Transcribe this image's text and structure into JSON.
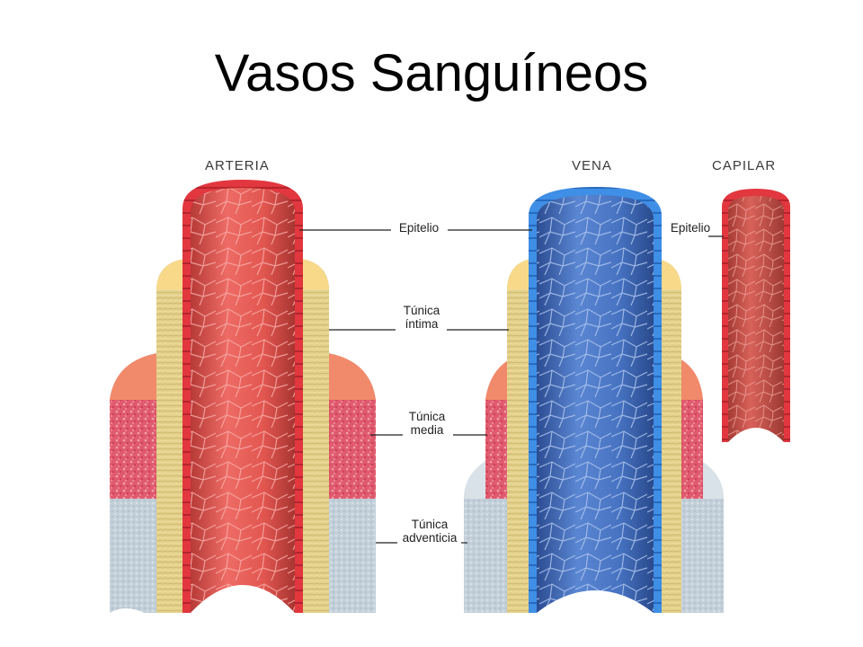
{
  "title": "Vasos Sanguíneos",
  "vessels": {
    "arteria": "ARTERIA",
    "vena": "VENA",
    "capilar": "CAPILAR"
  },
  "labels": {
    "epitelio": "Epitelio",
    "tunica_intima_1": "Túnica",
    "tunica_intima_2": "íntima",
    "tunica_media_1": "Túnica",
    "tunica_media_2": "media",
    "tunica_adventicia_1": "Túnica",
    "tunica_adventicia_2": "adventicia",
    "capilar_epitelio": "Epitelio"
  },
  "colors": {
    "artery_lumen": "#e0524e",
    "vein_lumen": "#3f68b8",
    "capillary": "#c8534a",
    "intima": "#e6d28a",
    "media": "#e05a6e",
    "adventitia": "#c6d2da",
    "media_cap": "#f08a6a"
  }
}
